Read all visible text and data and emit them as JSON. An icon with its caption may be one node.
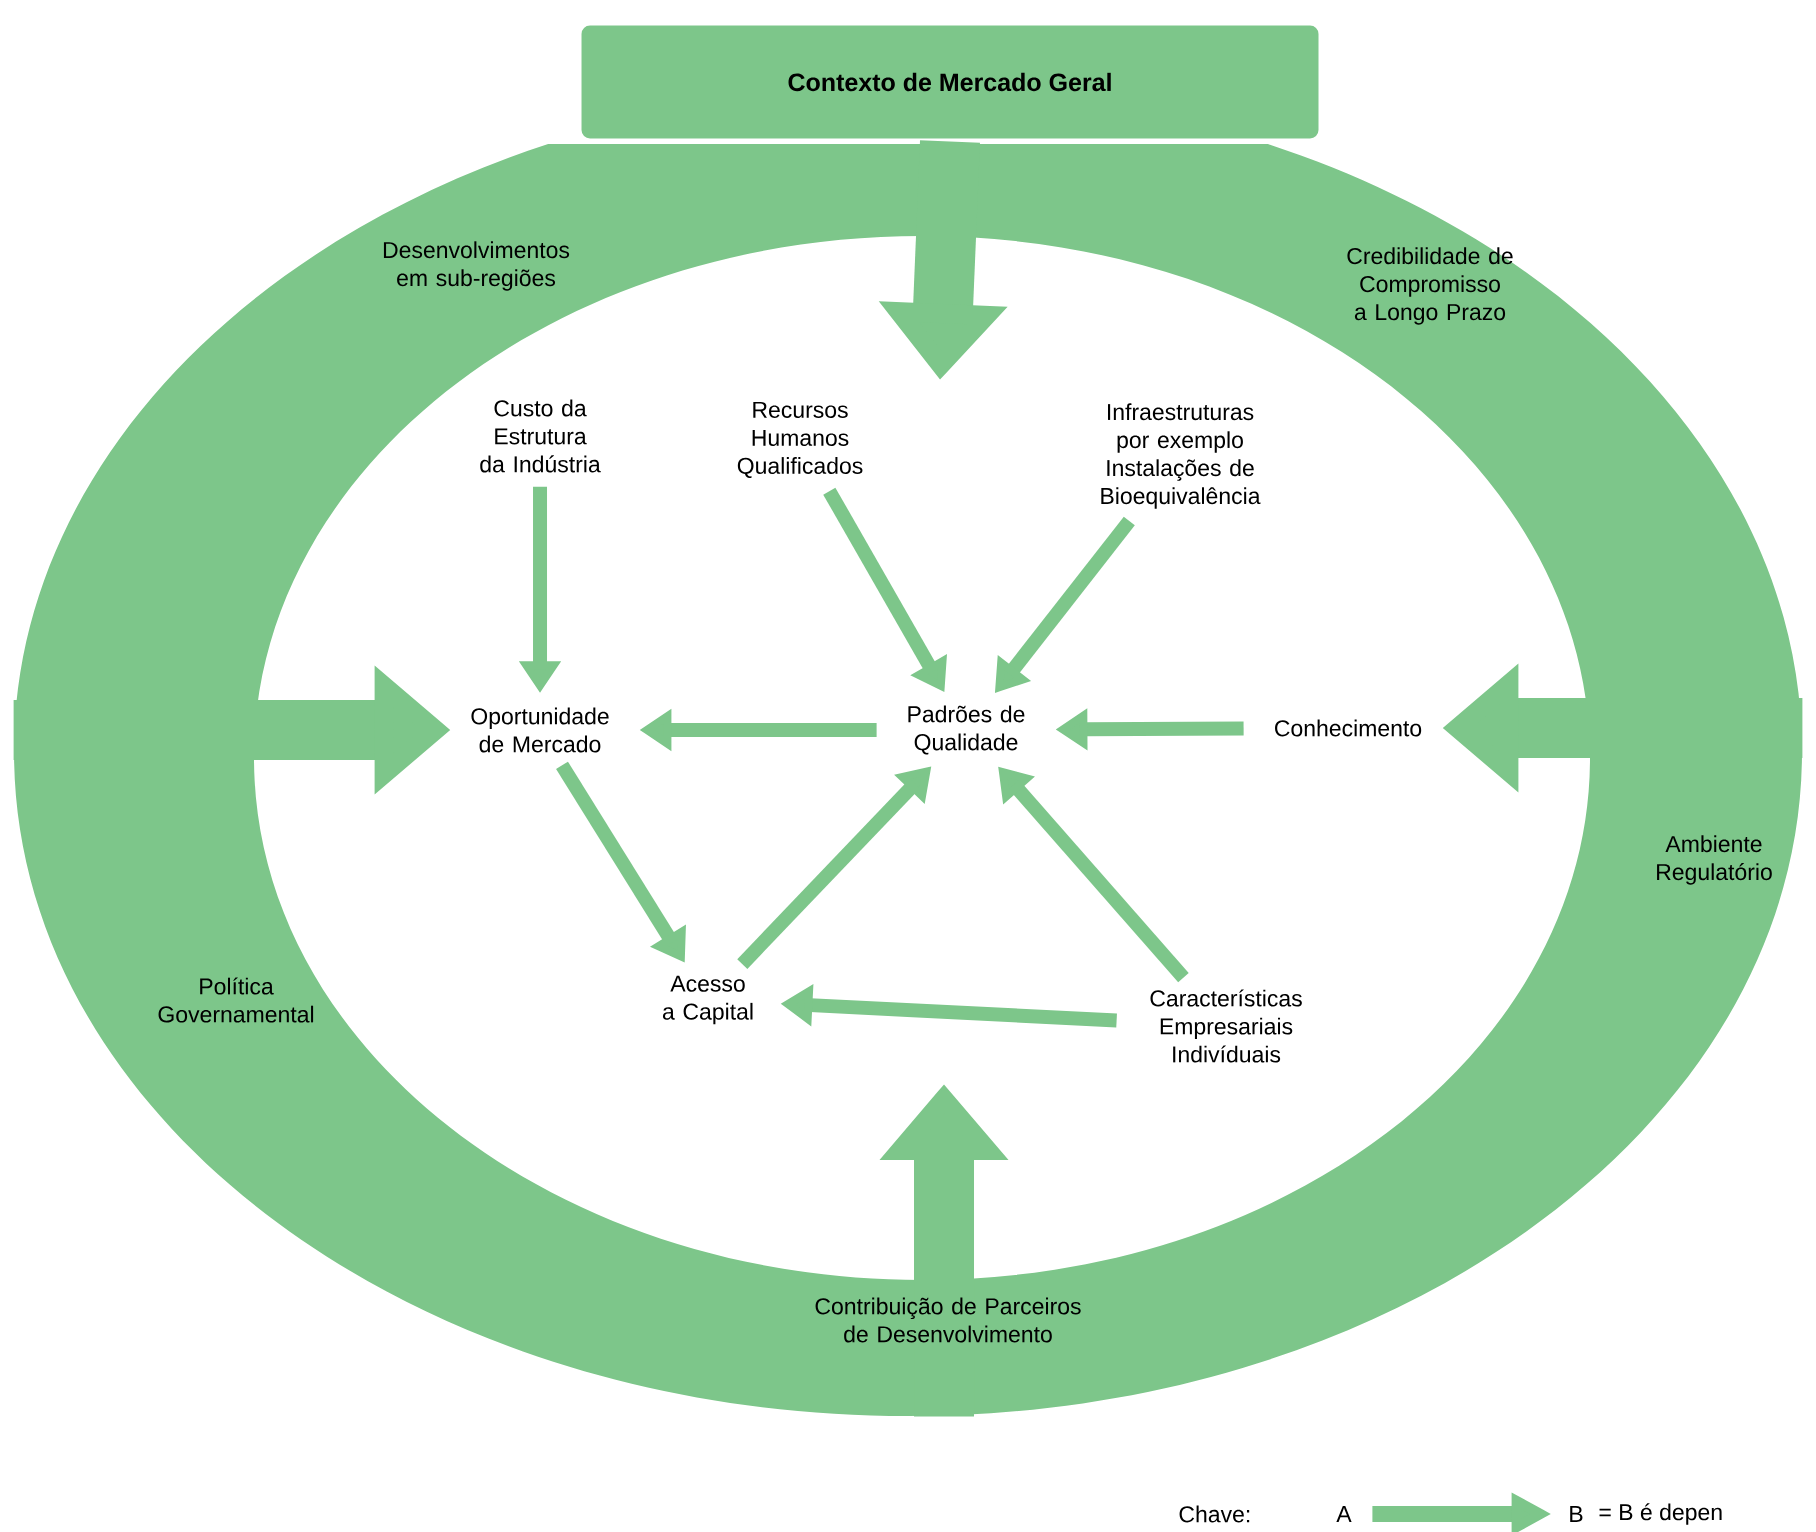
{
  "diagram": {
    "nodes": [
      {
        "text": [
          "Contexto de Mercado Geral"
        ]
      },
      {
        "text": [
          "Desenvolvimentos em sub-regiões",
          "Credibilidade de Compromisso a Longo Prazo",
          "Ambiente Regulatório",
          "Política Governamental",
          "Contribuição de Parceiros de Desenvolvimento"
        ]
      },
      {
        "text": [
          "Custo da Estrutura da Indústria"
        ],
        "in": 1
      },
      {
        "text": [
          "Recursos Humanos Qualificados"
        ],
        "in": 1
      },
      {
        "text": [
          "Infraestruturas por exemplo Instalações de Bioequivalência"
        ],
        "in": 1
      },
      {
        "text": [
          "Oportunidade de Mercado"
        ],
        "in": 1
      },
      {
        "text": [
          "Padrões de Qualidade"
        ],
        "in": 1
      },
      {
        "text": [
          "Conhecimento"
        ],
        "in": 1
      },
      {
        "text": [
          "Acesso a Capital"
        ],
        "in": 1
      },
      {
        "text": [
          "Características Empresariais Indivíduais"
        ],
        "in": 1
      },
      {
        "text": [
          "A"
        ]
      },
      {
        "text": [
          "B"
        ]
      }
    ],
    "edges": [
      {
        "from": 0,
        "to": null,
        "arrow": "to",
        "style": "thick"
      },
      {
        "from": 1,
        "to": 5,
        "arrow": "to",
        "style": "thick"
      },
      {
        "from": 1,
        "to": 7,
        "arrow": "to",
        "style": "thick"
      },
      {
        "from": 1,
        "to": null,
        "arrow": "to",
        "style": "thick"
      },
      {
        "from": 2,
        "to": 5,
        "arrow": "to"
      },
      {
        "from": 3,
        "to": 6,
        "arrow": "to"
      },
      {
        "from": 4,
        "to": 6,
        "arrow": "to"
      },
      {
        "from": 6,
        "to": 5,
        "arrow": "to"
      },
      {
        "from": 7,
        "to": 6,
        "arrow": "to"
      },
      {
        "from": 5,
        "to": 8,
        "arrow": "to"
      },
      {
        "from": 8,
        "to": 6,
        "arrow": "to"
      },
      {
        "from": 9,
        "to": 6,
        "arrow": "to"
      },
      {
        "from": 9,
        "to": 8,
        "arrow": "to"
      },
      {
        "from": 10,
        "to": 11,
        "arrow": "to"
      }
    ],
    "labels": [
      "Chave:",
      "= B é depen"
    ]
  }
}
